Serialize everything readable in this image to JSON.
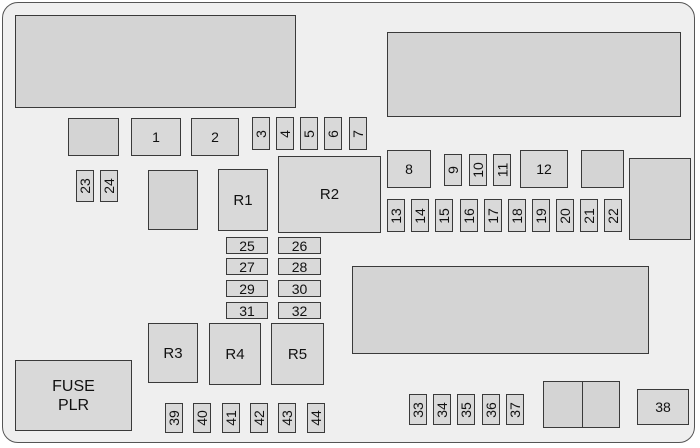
{
  "diagram": {
    "fuses": {
      "f1": "1",
      "f2": "2",
      "f3": "3",
      "f4": "4",
      "f5": "5",
      "f6": "6",
      "f7": "7",
      "f8": "8",
      "f9": "9",
      "f10": "10",
      "f11": "11",
      "f12": "12",
      "f13": "13",
      "f14": "14",
      "f15": "15",
      "f16": "16",
      "f17": "17",
      "f18": "18",
      "f19": "19",
      "f20": "20",
      "f21": "21",
      "f22": "22",
      "f23": "23",
      "f24": "24",
      "f25": "25",
      "f26": "26",
      "f27": "27",
      "f28": "28",
      "f29": "29",
      "f30": "30",
      "f31": "31",
      "f32": "32",
      "f33": "33",
      "f34": "34",
      "f35": "35",
      "f36": "36",
      "f37": "37",
      "f38": "38",
      "f39": "39",
      "f40": "40",
      "f41": "41",
      "f42": "42",
      "f43": "43",
      "f44": "44"
    },
    "relays": {
      "r1": "R1",
      "r2": "R2",
      "r3": "R3",
      "r4": "R4",
      "r5": "R5"
    },
    "fuse_plr": {
      "line1": "FUSE",
      "line2": "PLR"
    }
  }
}
